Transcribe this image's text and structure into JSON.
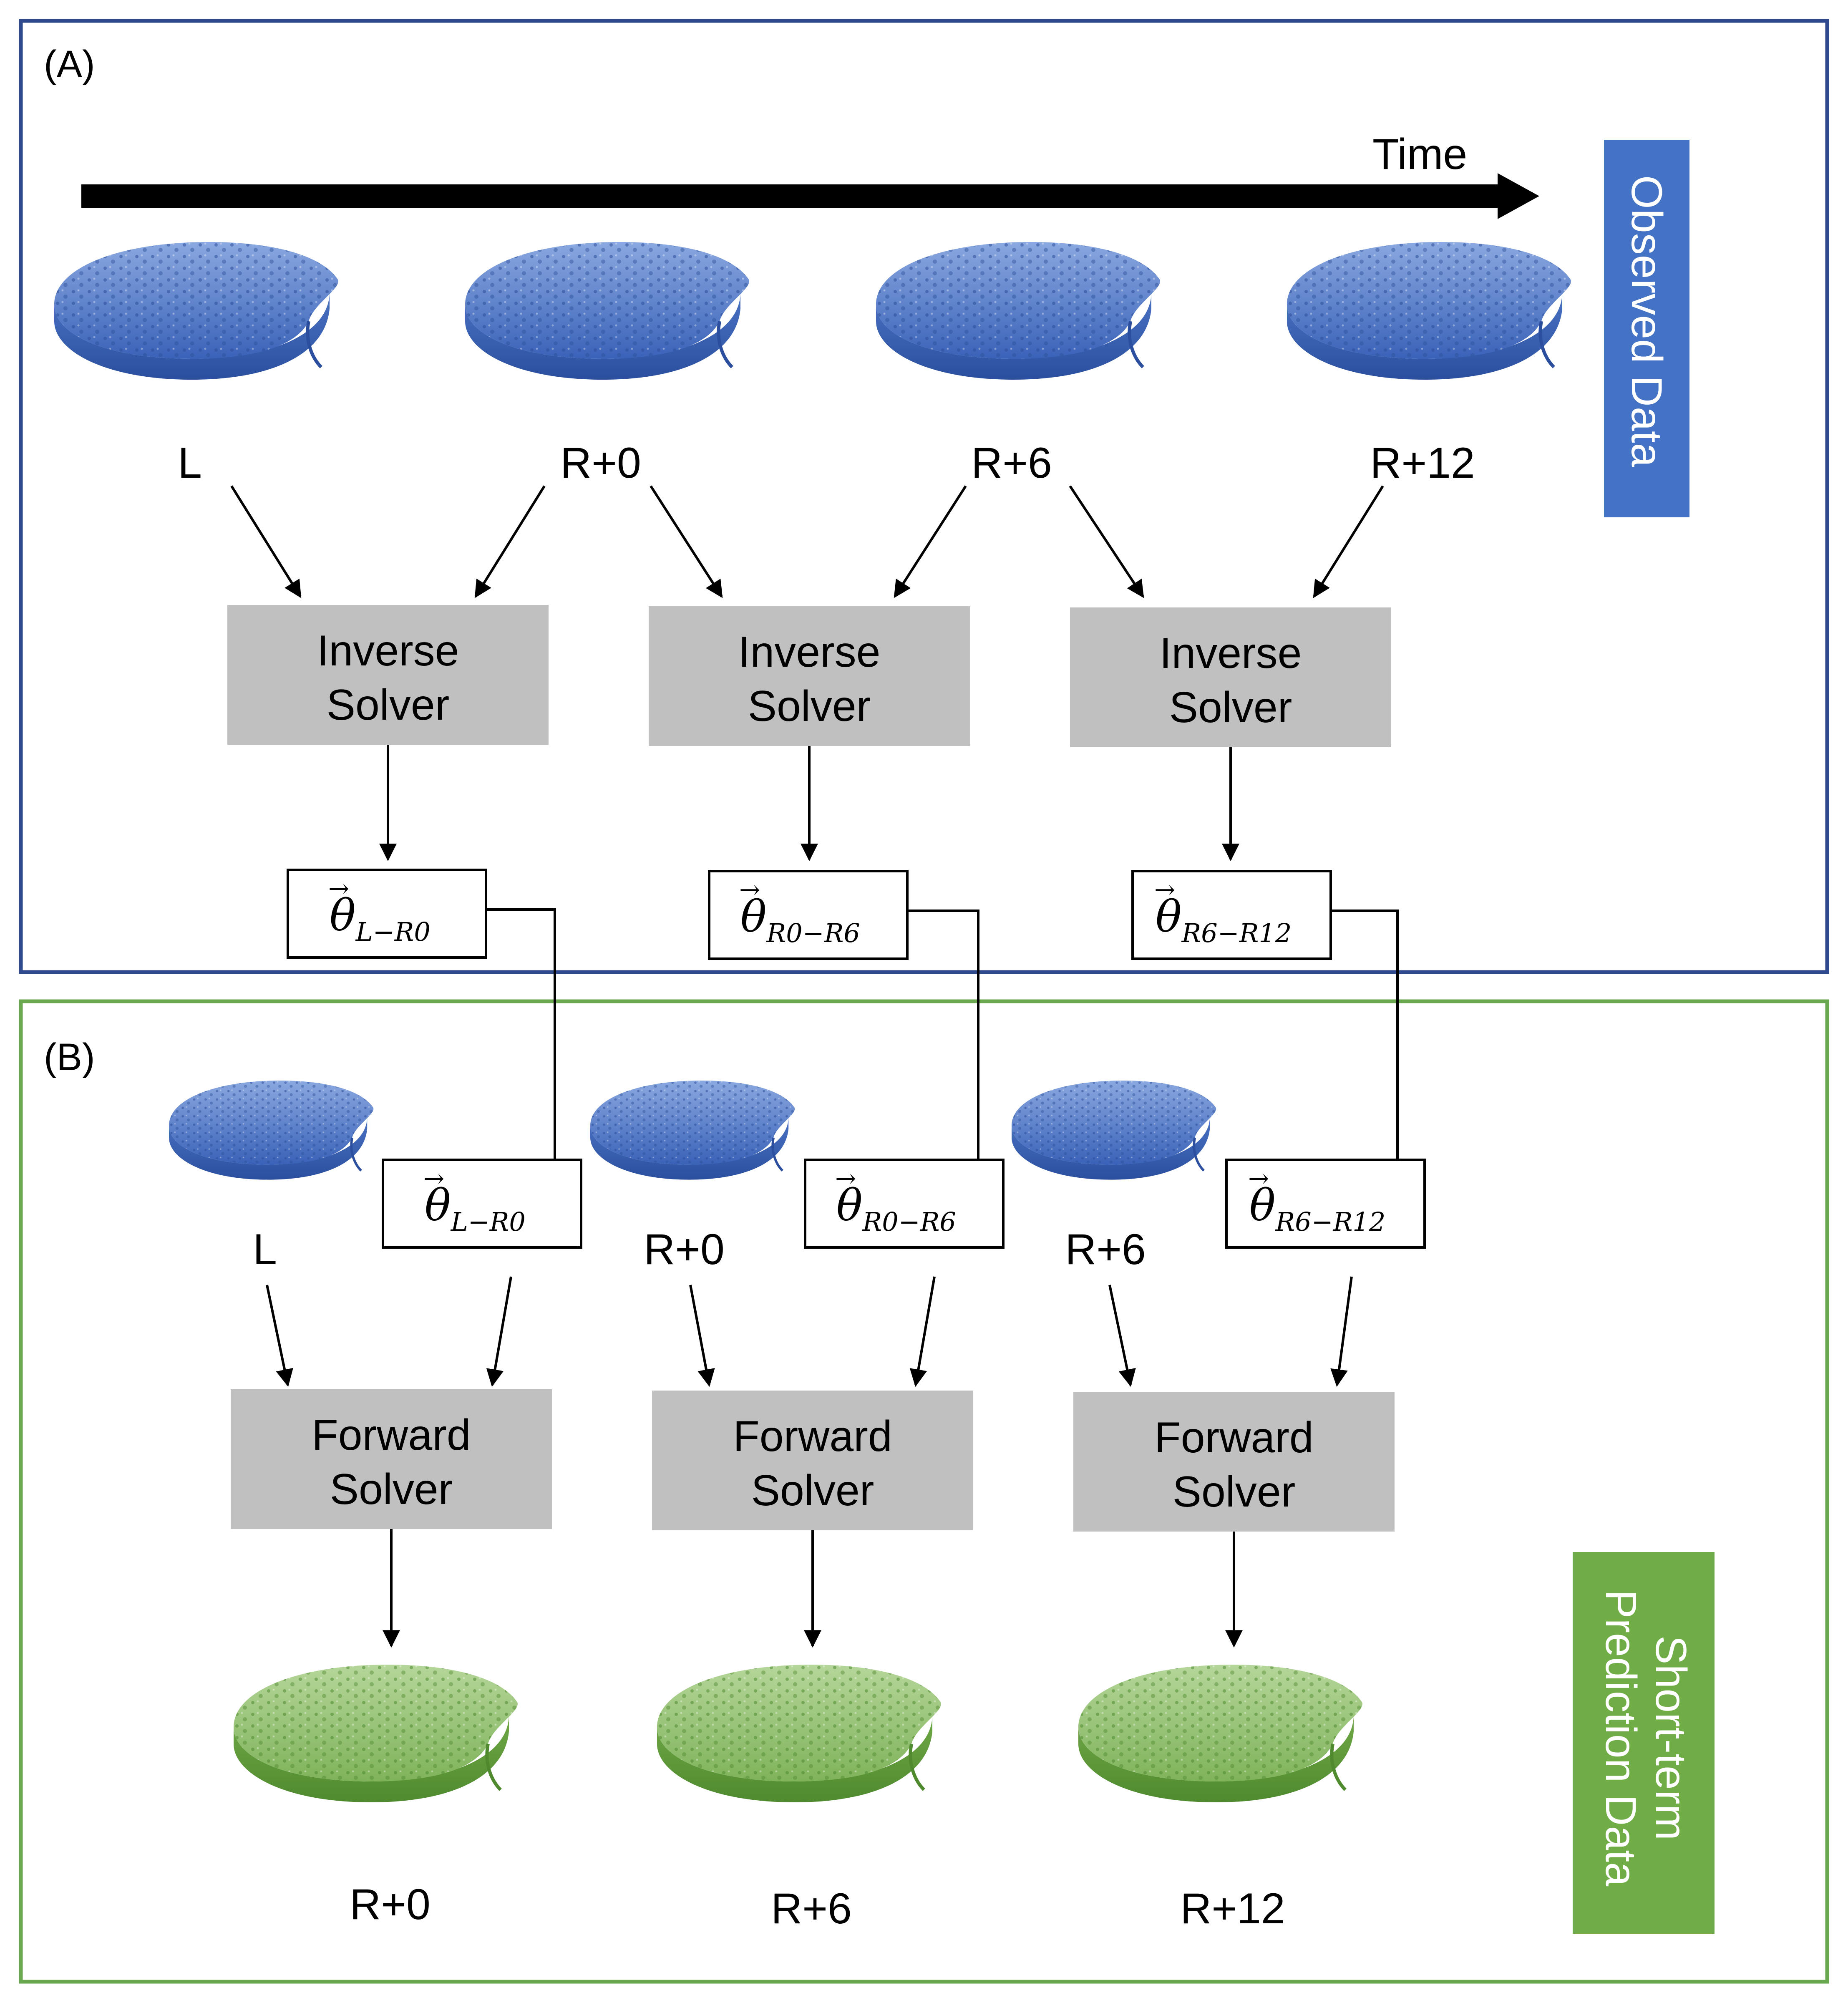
{
  "panel_a": {
    "label": "(A)",
    "time_label": "Time",
    "side_label": "Observed Data",
    "nodes": [
      "L",
      "R+0",
      "R+6",
      "R+12"
    ],
    "solver_line1": "Inverse",
    "solver_line2": "Solver",
    "params": [
      {
        "symbol": "θ",
        "subscript": "L−R0"
      },
      {
        "symbol": "θ",
        "subscript": "R0−R6"
      },
      {
        "symbol": "θ",
        "subscript": "R6−R12"
      }
    ]
  },
  "panel_b": {
    "label": "(B)",
    "side_label_line1": "Short-term",
    "side_label_line2": "Prediction Data",
    "inputs": [
      "L",
      "R+0",
      "R+6"
    ],
    "solver_line1": "Forward",
    "solver_line2": "Solver",
    "params": [
      {
        "symbol": "θ",
        "subscript": "L−R0"
      },
      {
        "symbol": "θ",
        "subscript": "R0−R6"
      },
      {
        "symbol": "θ",
        "subscript": "R6−R12"
      }
    ],
    "outputs": [
      "R+0",
      "R+6",
      "R+12"
    ]
  },
  "colors": {
    "panel_a_border": "#2f4a8f",
    "panel_b_border": "#6aa84f",
    "observed_badge": "#4472c4",
    "prediction_badge": "#70ad47",
    "solver_fill": "#c0c0c0",
    "bone_blue": "#4a72c4",
    "bone_green": "#6fa845"
  },
  "icons": {
    "observed_sample": "bone-sample-blue-icon",
    "predicted_sample": "bone-sample-green-icon"
  }
}
